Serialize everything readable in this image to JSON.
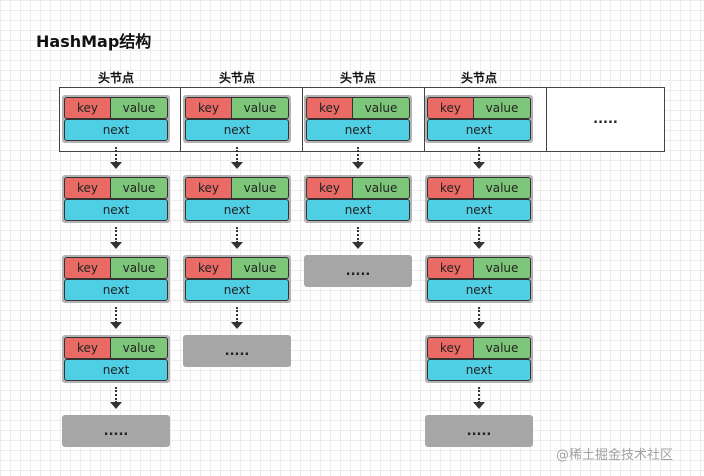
{
  "title": "HashMap结构",
  "head_label": "头节点",
  "node": {
    "key": "key",
    "value": "value",
    "next": "next"
  },
  "ellipsis": ".....",
  "array_ellipsis": ".....",
  "buckets": [
    {
      "head_label": "头节点",
      "chain_nodes": 4,
      "ends_with_ellipsis": true
    },
    {
      "head_label": "头节点",
      "chain_nodes": 3,
      "ends_with_ellipsis": true
    },
    {
      "head_label": "头节点",
      "chain_nodes": 2,
      "ends_with_ellipsis": true
    },
    {
      "head_label": "头节点",
      "chain_nodes": 4,
      "ends_with_ellipsis": true
    }
  ],
  "watermark": "@稀土掘金技术社区",
  "colors": {
    "key": "#ea6b66",
    "value": "#7dc77a",
    "next": "#4fcfe4",
    "node_container": "#b3b3b3",
    "ellipsis_box": "#a6a6a6"
  }
}
